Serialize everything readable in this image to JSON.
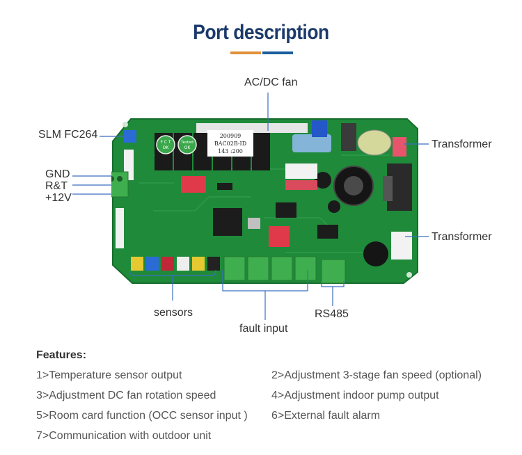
{
  "title": "Port description",
  "colors": {
    "title": "#1b3a6b",
    "accent_orange": "#e0913a",
    "accent_blue": "#1b5c9e",
    "board": "#1f8a3a"
  },
  "labels": {
    "acdc_fan": "AC/DC fan",
    "slm": "SLM FC264",
    "gnd": "GND",
    "rt": "R&T",
    "v12": "+12V",
    "transformer_top": "Transformer",
    "transformer_mid": "Transformer",
    "sensors": "sensors",
    "fault_input": "fault input",
    "rs485": "RS485"
  },
  "board_print": {
    "relay1": "F C T",
    "relay1b": "OK",
    "relay2": "Tested",
    "relay2b": "OK",
    "sticker_l1": "200909",
    "sticker_l2": "BAC02B-ID",
    "sticker_l3": "143 :200"
  },
  "features": {
    "heading": "Features:",
    "items": [
      "1>Temperature sensor output",
      "2>Adjustment 3-stage fan speed (optional)",
      "3>Adjustment DC fan rotation speed",
      "4>Adjustment indoor pump output",
      "5>Room card function (OCC sensor input )",
      "6>External fault alarm",
      "7>Communication with outdoor unit"
    ]
  }
}
